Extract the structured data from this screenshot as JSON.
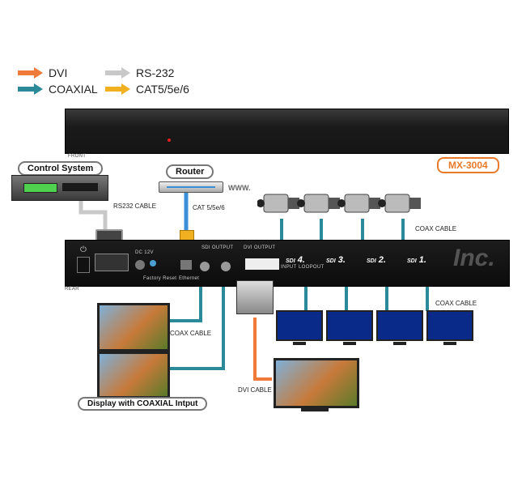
{
  "legend": [
    {
      "label": "DVI",
      "color": "#f07a3a"
    },
    {
      "label": "COAXIAL",
      "color": "#2a8a9a"
    },
    {
      "label": "RS-232",
      "color": "#c8c8c8"
    },
    {
      "label": "CAT5/5e/6",
      "color": "#f0b020"
    }
  ],
  "device": {
    "model": "MX-3004",
    "front_label": "FRONT",
    "rear_label": "REAR",
    "rear_ports": {
      "sdi_output": "SDI OUTPUT",
      "dvi_output": "DVI OUTPUT",
      "ethernet": "Ethernet",
      "factory_reset": "Factory Reset",
      "dc": "DC 12V",
      "input": "INPUT",
      "loopout": "LOOPOUT",
      "sdi_numbers": [
        "4.",
        "3.",
        "2.",
        "1."
      ],
      "sdi_prefix": "SDI"
    }
  },
  "labels": {
    "control_system": "Control System",
    "router": "Router",
    "www": "WWW.",
    "rs232_cable": "RS232 CABLE",
    "cat_cable": "CAT 5/5e/6",
    "coax_cable_cameras": "COAX CABLE",
    "coax_cable_loop": "COAX CABLE",
    "coax_cable_display": "COAX CABLE",
    "dvi_cable": "DVI CABLE",
    "display_coaxial": "Display with COAXIAL Intput"
  },
  "watermark": "Inc."
}
